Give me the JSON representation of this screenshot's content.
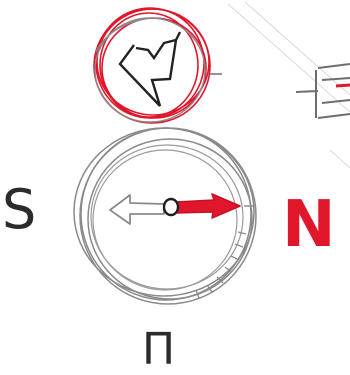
{
  "drawing": {
    "labels": {
      "south": "S",
      "north": "N",
      "bottom": "Π"
    },
    "colors": {
      "paper": "#ffffff",
      "pencil": "#7a7a7a",
      "dark_pencil": "#2b2b2b",
      "red": "#e0162b"
    },
    "elements": {
      "top_circle_icon": "red-scribbled-circle-icon",
      "compass_icon": "compass-icon",
      "needle_icon": "needle-arrow-icon",
      "corner_sign_icon": "partial-sign-icon"
    }
  }
}
